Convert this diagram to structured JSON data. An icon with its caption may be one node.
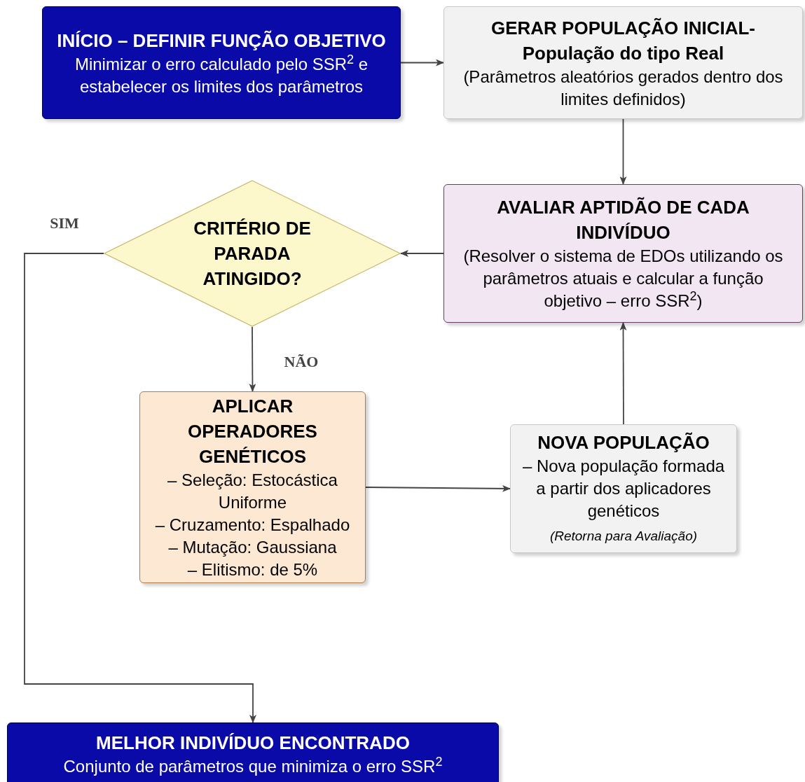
{
  "diagram": {
    "nodes": [
      {
        "text": [
          "INÍCIO – DEFINIR FUNÇÃO OBJETIVO",
          "Minimizar o erro calculado pelo SSR$^{2}$ e estabelecer os limites dos parâmetros"
        ]
      },
      {
        "text": [
          "GERAR POPULAÇÃO INICIAL- População do tipo Real",
          "(Parâmetros aleatórios gerados dentro dos limites definidos)"
        ]
      },
      {
        "text": [
          "AVALIAR APTIDÃO DE CADA INDIVÍDUO",
          "(Resolver o sistema de EDOs utilizando os parâmetros atuais e calcular a função objetivo – erro SSR$^{2}$)"
        ]
      },
      {
        "text": [
          "CRITÉRIO DE PARADA ATINGIDO?"
        ]
      },
      {
        "text": [
          "APLICAR OPERADORES GENÉTICOS",
          "– Seleção: Estocástica Uniforme",
          "– Cruzamento: Espalhado",
          "– Mutação: Gaussiana",
          "– Elitismo: de 5%"
        ]
      },
      {
        "text": [
          "NOVA POPULAÇÃO",
          "– Nova população formada a partir dos aplicadores genéticos",
          "(Retorna para Avaliação)"
        ]
      },
      {
        "text": [
          "MELHOR INDIVÍDUO ENCONTRADO",
          "Conjunto de parâmetros que minimiza o erro SSR$^{2}$"
        ]
      }
    ],
    "edges": [
      {
        "from": 0,
        "to": 1,
        "arrow": "to"
      },
      {
        "from": 1,
        "to": 2,
        "arrow": "to"
      },
      {
        "from": 2,
        "to": 3,
        "arrow": "to"
      },
      {
        "from": 3,
        "to": 4,
        "arrow": "to",
        "label": "NÃO"
      },
      {
        "from": 4,
        "to": 5,
        "arrow": "to"
      },
      {
        "from": 5,
        "to": 2,
        "arrow": "to"
      },
      {
        "from": 3,
        "to": 6,
        "arrow": "to",
        "label": "SIM"
      }
    ]
  }
}
